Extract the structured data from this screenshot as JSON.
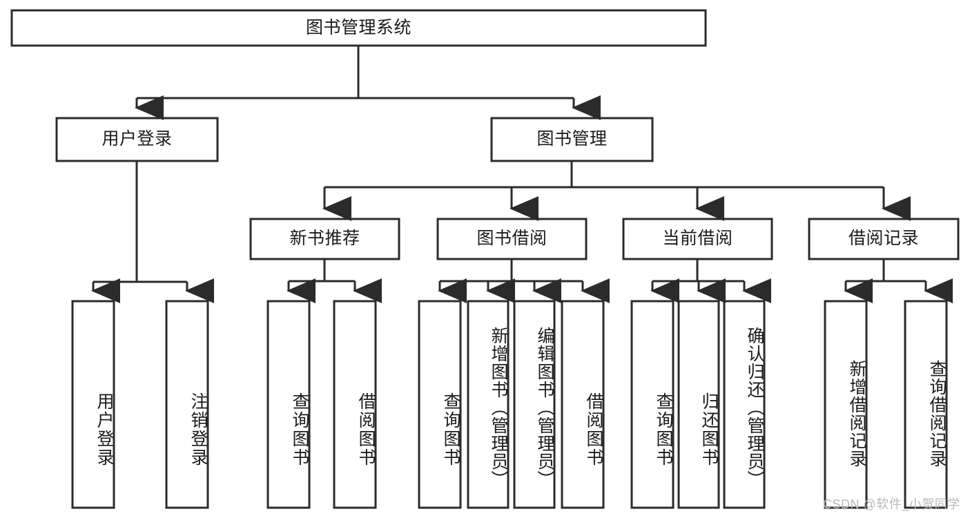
{
  "diagram": {
    "title": "图书管理系统",
    "type": "tree-hierarchy-diagram",
    "colors": {
      "box_stroke": "#2b2b2b",
      "box_fill": "#ffffff",
      "text": "#1b1b1b",
      "background": "#ffffff",
      "watermark": "#b8b8b8"
    },
    "root": {
      "label": "图书管理系统"
    },
    "level2": [
      {
        "label": "用户登录"
      },
      {
        "label": "图书管理"
      }
    ],
    "level3": [
      {
        "label": "新书推荐"
      },
      {
        "label": "图书借阅"
      },
      {
        "label": "当前借阅"
      },
      {
        "label": "借阅记录"
      }
    ],
    "leaves": {
      "user_login": [
        {
          "label": "用户登录"
        },
        {
          "label": "注销登录"
        }
      ],
      "new_book_recommend": [
        {
          "label": "查询图书"
        },
        {
          "label": "借阅图书"
        }
      ],
      "book_borrow": [
        {
          "label": "查询图书"
        },
        {
          "label": "新增图书（管理员）"
        },
        {
          "label": "编辑图书（管理员）"
        },
        {
          "label": "借阅图书"
        }
      ],
      "current_borrow": [
        {
          "label": "查询图书"
        },
        {
          "label": "归还图书"
        },
        {
          "label": "确认归还（管理员）"
        }
      ],
      "borrow_record": [
        {
          "label": "新增借阅记录"
        },
        {
          "label": "查询借阅记录"
        }
      ]
    }
  },
  "watermark": {
    "text": "CSDN @软件_小贺同学"
  }
}
